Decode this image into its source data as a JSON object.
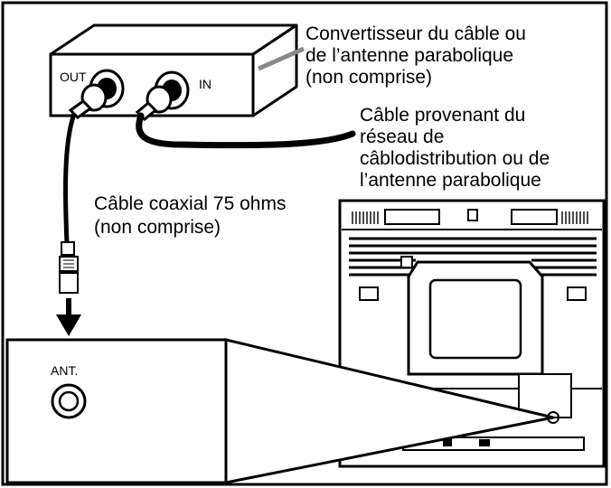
{
  "labels": {
    "converter": [
      "Convertisseur du câble ou",
      "de l’antenne parabolique",
      "(non comprise)"
    ],
    "incoming_cable": [
      "Câble provenant du",
      "réseau de",
      "câblodistribution ou de",
      "l’antenne parabolique"
    ],
    "coax": [
      "Câble coaxial 75 ohms",
      "(non comprise)"
    ]
  },
  "ports": {
    "out": "OUT",
    "in": "IN",
    "ant": "ANT."
  }
}
